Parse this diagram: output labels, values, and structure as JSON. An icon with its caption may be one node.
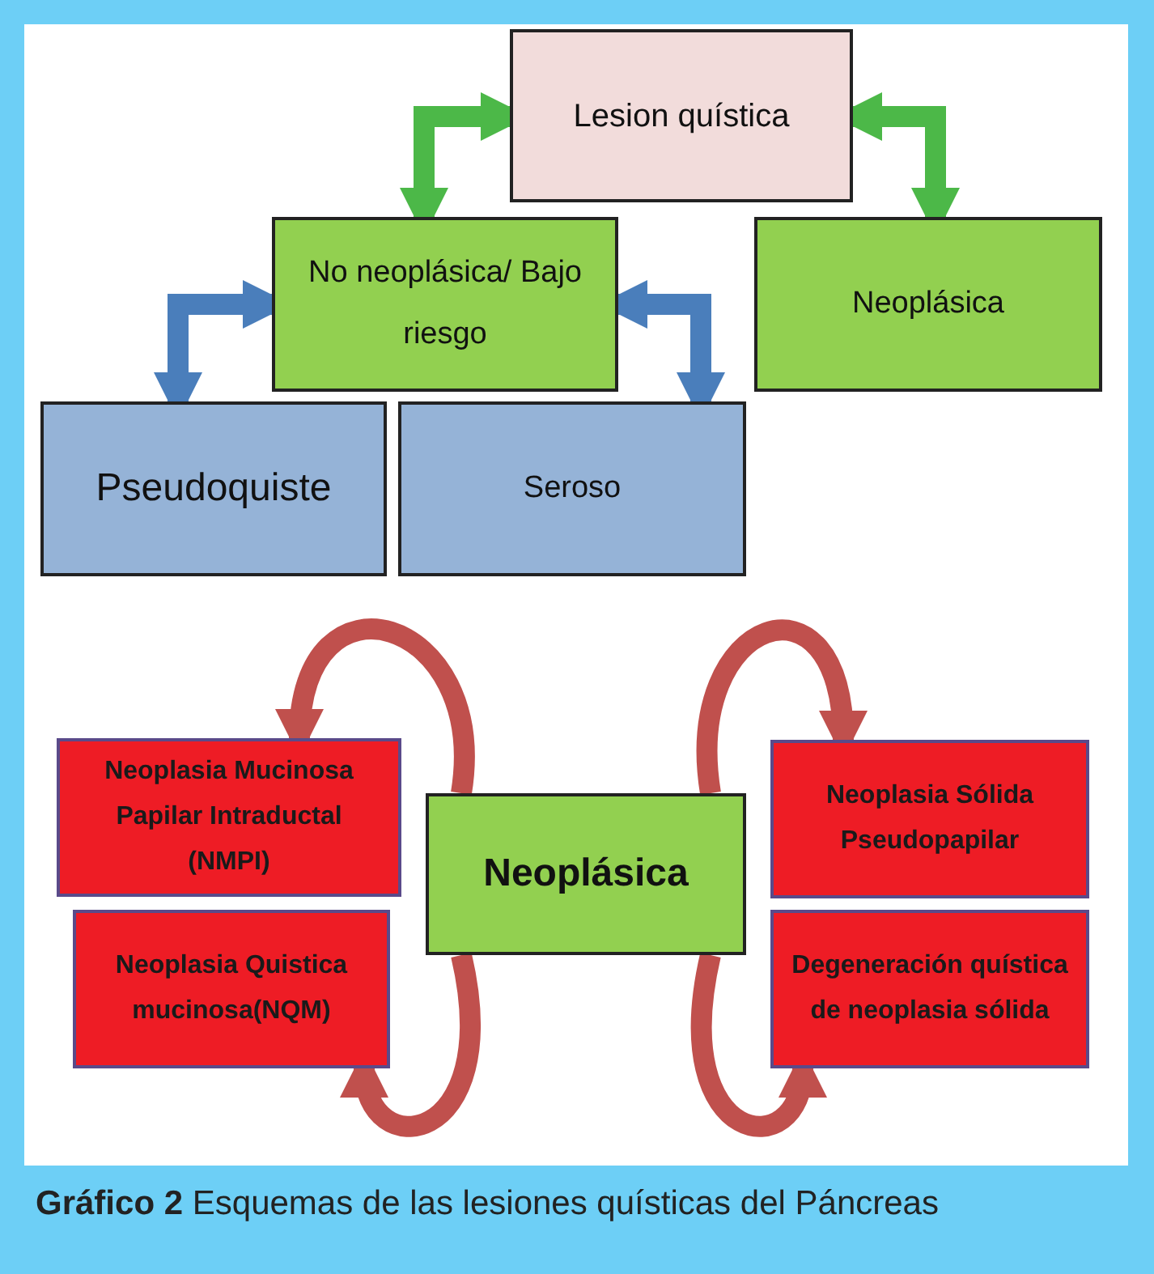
{
  "diagram": {
    "caption": "**Gráfico 2** Esquemas de las lesiones quísticas del Páncreas",
    "nodes": [
      {
        "text": [
          "Lesion quística"
        ]
      },
      {
        "text": [
          "No neoplásica/ Bajo riesgo"
        ]
      },
      {
        "text": [
          "Neoplásica"
        ]
      },
      {
        "text": [
          "Pseudoquiste"
        ]
      },
      {
        "text": [
          "Seroso"
        ]
      },
      {
        "text": [
          "Neoplásica"
        ]
      },
      {
        "text": [
          "Neoplasia Mucinosa Papilar Intraductal (NMPI)"
        ]
      },
      {
        "text": [
          "Neoplasia Quistica mucinosa(NQM)"
        ]
      },
      {
        "text": [
          "Neoplasia Sólida Pseudopapilar"
        ]
      },
      {
        "text": [
          "Degeneración quística de neoplasia sólida"
        ]
      }
    ],
    "edges": [
      {
        "from": 0,
        "to": 1,
        "arrow": "both",
        "color": "#4cb848"
      },
      {
        "from": 0,
        "to": 2,
        "arrow": "both",
        "color": "#4cb848"
      },
      {
        "from": 1,
        "to": 3,
        "arrow": "both",
        "color": "#4a7ebb"
      },
      {
        "from": 1,
        "to": 4,
        "arrow": "both",
        "color": "#4a7ebb"
      },
      {
        "from": 5,
        "to": 6,
        "arrow": "to"
      },
      {
        "from": 5,
        "to": 8,
        "arrow": "to"
      },
      {
        "from": 5,
        "to": 7,
        "arrow": "to"
      },
      {
        "from": 5,
        "to": 9,
        "arrow": "to"
      }
    ]
  }
}
